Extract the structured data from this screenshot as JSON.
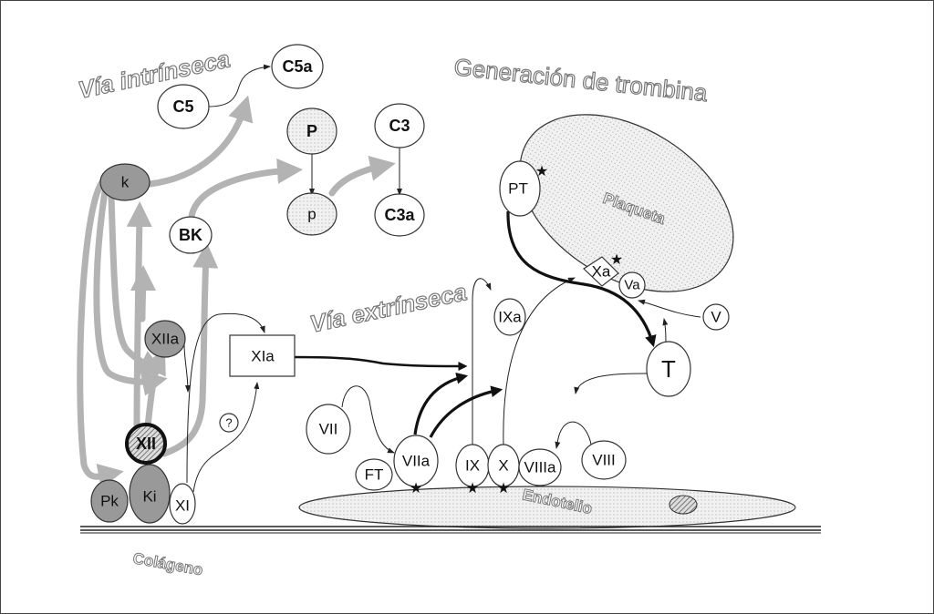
{
  "titles": {
    "intrinsic": "Vía intrínseca",
    "extrinsic": "Vía extrínseca",
    "thrombin": "Generación de trombina",
    "platelet": "Plaqueta",
    "endothelium": "Endotelio",
    "collagen": "Colágeno"
  },
  "nodes": {
    "C5a": "C5a",
    "C5": "C5",
    "P": "P",
    "C3": "C3",
    "p": "p",
    "C3a": "C3a",
    "k": "k",
    "BK": "BK",
    "XIIa": "XIIa",
    "XII": "XII",
    "Pk": "Pk",
    "Ki": "Ki",
    "XI": "XI",
    "XIa": "XIa",
    "question": "?",
    "PT": "PT",
    "Xa": "Xa",
    "Va": "Va",
    "V": "V",
    "T": "T",
    "IXa": "IXa",
    "VII": "VII",
    "FT": "FT",
    "VIIa": "VIIa",
    "IX": "IX",
    "X": "X",
    "VIIIa": "VIIIa",
    "VIII": "VIII"
  },
  "colors": {
    "gray_arrow": "#b3b3b3",
    "dark_node": "#999999"
  }
}
